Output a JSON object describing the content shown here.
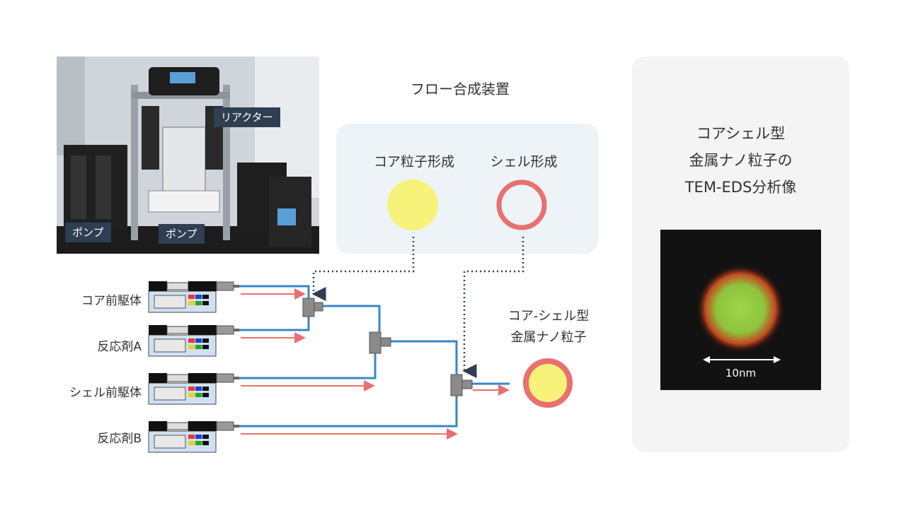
{
  "photo": {
    "labels": {
      "reactor": "リアクター",
      "pump_left": "ポンプ",
      "pump_center": "ポンプ"
    }
  },
  "flow": {
    "title": "フロー合成装置",
    "core_label": "コア粒子形成",
    "shell_label": "シェル形成"
  },
  "reagents": [
    "コア前駆体",
    "反応剤A",
    "シェル前駆体",
    "反応剤B"
  ],
  "product": {
    "line1": "コア-シェル型",
    "line2": "金属ナノ粒子"
  },
  "tem": {
    "title_lines": [
      "コアシェル型",
      "金属ナノ粒子の",
      "TEM-EDS分析像"
    ],
    "scale_label": "10nm"
  },
  "colors": {
    "core": "#f7f27a",
    "shell": "#e8706f",
    "tube": "#3a86c8",
    "flow_arrow": "#e8706f"
  }
}
